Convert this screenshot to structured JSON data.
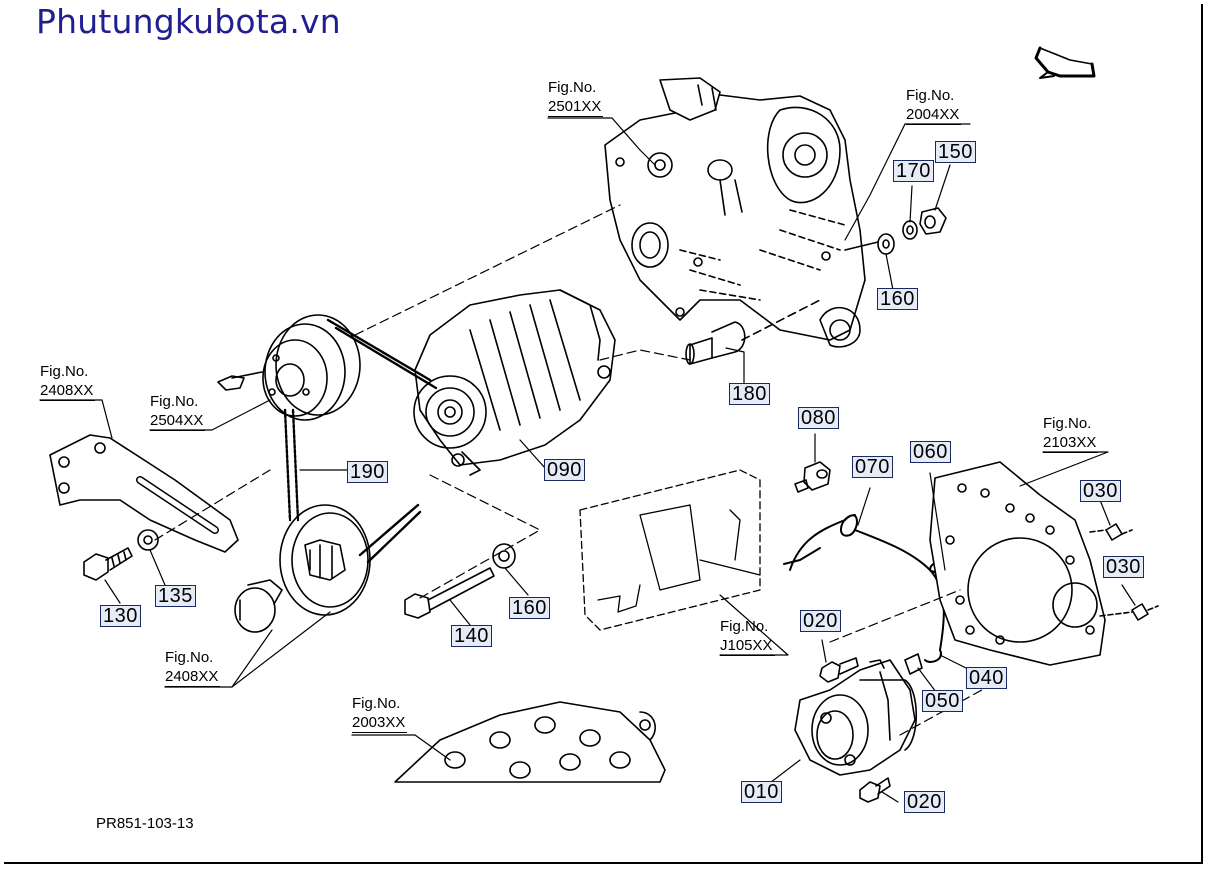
{
  "brand": "Phutungkubota.vn",
  "drawing_code": "PR851-103-13",
  "figure_refs": [
    {
      "id": "fig-2501",
      "label": "Fig.No.",
      "number": "2501XX"
    },
    {
      "id": "fig-2004",
      "label": "Fig.No.",
      "number": "2004XX"
    },
    {
      "id": "fig-2408a",
      "label": "Fig.No.",
      "number": "2408XX"
    },
    {
      "id": "fig-2504",
      "label": "Fig.No.",
      "number": "2504XX"
    },
    {
      "id": "fig-2103",
      "label": "Fig.No.",
      "number": "2103XX"
    },
    {
      "id": "fig-j105",
      "label": "Fig.No.",
      "number": "J105XX"
    },
    {
      "id": "fig-2408b",
      "label": "Fig.No.",
      "number": "2408XX"
    },
    {
      "id": "fig-2003",
      "label": "Fig.No.",
      "number": "2003XX"
    }
  ],
  "parts": [
    "170",
    "150",
    "160",
    "180",
    "090",
    "190",
    "080",
    "070",
    "060",
    "030",
    "030",
    "135",
    "130",
    "160",
    "140",
    "020",
    "040",
    "050",
    "010",
    "020"
  ]
}
